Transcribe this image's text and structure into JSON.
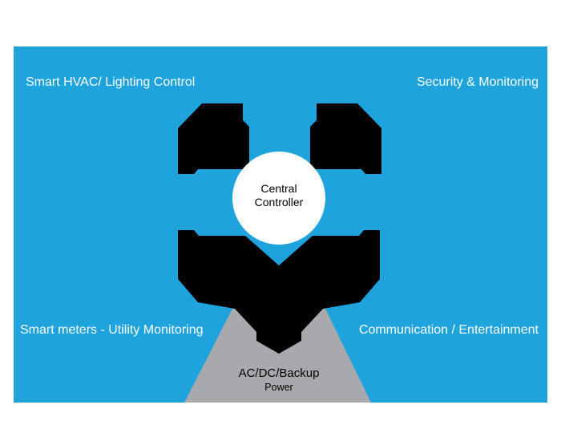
{
  "colors": {
    "page_background": "#ffffff",
    "panel_blue": "#1EA3DC",
    "arrow_black": "#000000",
    "power_gray": "#A7A9AC",
    "circle_white": "#ffffff",
    "quadrant_label_text": "#ffffff",
    "dark_text": "#000000"
  },
  "diagram": {
    "center": {
      "line1": "Central",
      "line2": "Controller"
    },
    "quadrants": {
      "top_left": "Smart HVAC/ Lighting Control",
      "top_right": "Security & Monitoring",
      "bottom_left": "Smart meters - Utility Monitoring",
      "bottom_right": "Communication / Entertainment"
    },
    "power": {
      "line1": "AC/DC/Backup",
      "line2": "Power"
    }
  }
}
